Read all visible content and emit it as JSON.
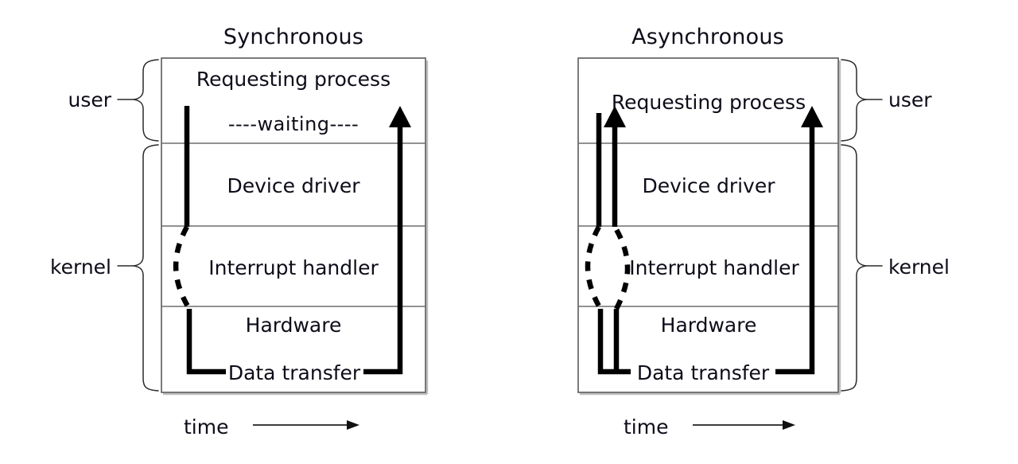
{
  "figure": {
    "title_left": "Synchronous",
    "title_right": "Asynchronous"
  },
  "panels": {
    "synchronous": {
      "title": "Synchronous",
      "rows": [
        {
          "label": "Requesting process",
          "layer": "user"
        },
        {
          "label": "Device driver",
          "layer": "kernel"
        },
        {
          "label": "Interrupt handler",
          "layer": "kernel"
        },
        {
          "label": "Hardware",
          "layer": "kernel"
        }
      ],
      "annotations": {
        "waiting": "----waiting----",
        "data_transfer": "Data transfer"
      },
      "side_labels": {
        "user": "user",
        "kernel": "kernel"
      },
      "axis": {
        "label": "time",
        "direction": "right"
      }
    },
    "asynchronous": {
      "title": "Asynchronous",
      "rows": [
        {
          "label": "Requesting process",
          "layer": "user"
        },
        {
          "label": "Device driver",
          "layer": "kernel"
        },
        {
          "label": "Interrupt handler",
          "layer": "kernel"
        },
        {
          "label": "Hardware",
          "layer": "kernel"
        }
      ],
      "annotations": {
        "data_transfer": "Data transfer"
      },
      "side_labels": {
        "user": "user",
        "kernel": "kernel"
      },
      "axis": {
        "label": "time",
        "direction": "right"
      }
    }
  },
  "colors": {
    "background": "#ffffff",
    "text": "#0d0d1a",
    "box_stroke": "#5a5a5a",
    "divider": "#6e6e6e",
    "flow_line": "#000000",
    "brace": "#2a2a2a",
    "time_axis": "#3c3c3c"
  }
}
